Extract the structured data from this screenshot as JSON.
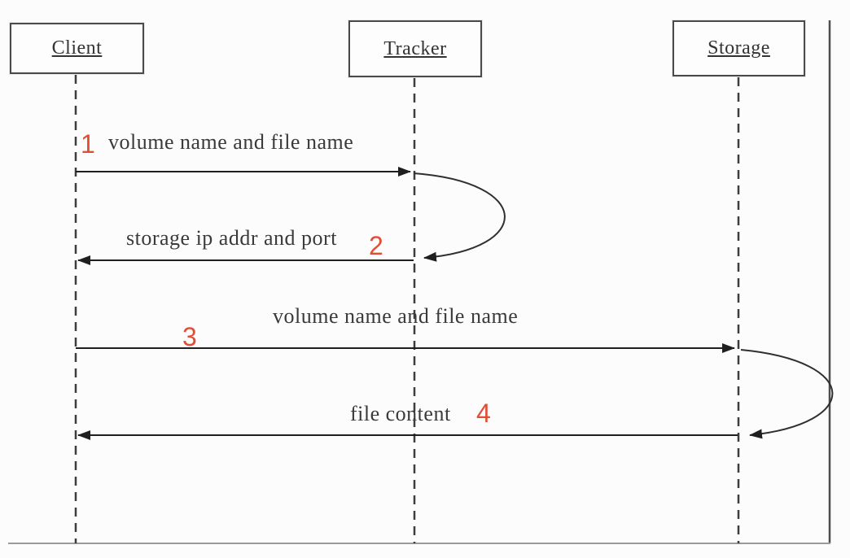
{
  "diagram": {
    "type": "sequence-diagram",
    "actors": [
      {
        "id": "client",
        "label": "Client"
      },
      {
        "id": "tracker",
        "label": "Tracker"
      },
      {
        "id": "storage",
        "label": "Storage"
      }
    ],
    "messages": [
      {
        "seq": "1",
        "from": "Client",
        "to": "Tracker",
        "label": "volume name and file name"
      },
      {
        "seq": "2",
        "from": "Tracker",
        "to": "Client",
        "label": "storage ip addr and port"
      },
      {
        "seq": "3",
        "from": "Client",
        "to": "Storage",
        "label": "volume name and file name"
      },
      {
        "seq": "4",
        "from": "Storage",
        "to": "Client",
        "label": "file content"
      }
    ],
    "colors": {
      "sequence_number": "#e14e36",
      "line": "#2f2f2f",
      "background": "#fcfcfc"
    }
  }
}
